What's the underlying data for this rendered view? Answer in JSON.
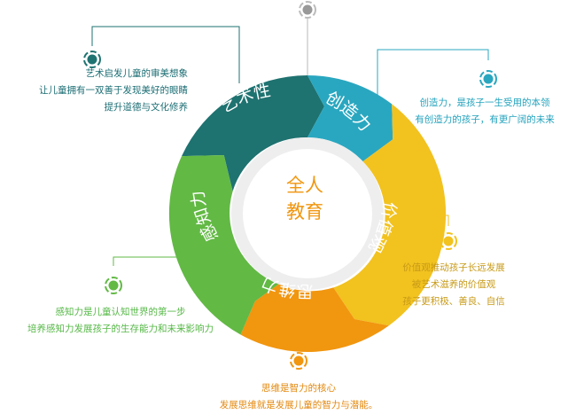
{
  "center": {
    "line1": "全人",
    "line2": "教育"
  },
  "segments": [
    {
      "id": "art",
      "label": "艺术性",
      "color": "#1e7270"
    },
    {
      "id": "create",
      "label": "创造力",
      "color": "#2aa7c0"
    },
    {
      "id": "value",
      "label": "价值观",
      "color": "#f2c21f"
    },
    {
      "id": "think",
      "label": "思维力",
      "color": "#f1960f"
    },
    {
      "id": "perceive",
      "label": "感知力",
      "color": "#62b944"
    }
  ],
  "captions": {
    "art": [
      "艺术启发儿童的审美想象",
      "让儿童拥有一双善于发现美好的眼睛",
      "提升道德与文化修养"
    ],
    "create": [
      "创造力，是孩子一生受用的本领",
      "有创造力的孩子，有更广阔的未来"
    ],
    "value": [
      "价值观推动孩子长远发展",
      "被艺术滋养的价值观",
      "孩子更积极、善良、自信"
    ],
    "perceive": [
      "感知力是儿童认知世界的第一步",
      "培养感知力发展孩子的生存能力和未来影响力"
    ],
    "think": [
      "思维是智力的核心",
      "发展思维就是发展儿童的智力与潜能。"
    ]
  },
  "colors": {
    "center_text": "#f1960f",
    "top_marker": "#999999",
    "ring_inner": "#eeeeee",
    "ring_outer": "#d6d6d6"
  }
}
